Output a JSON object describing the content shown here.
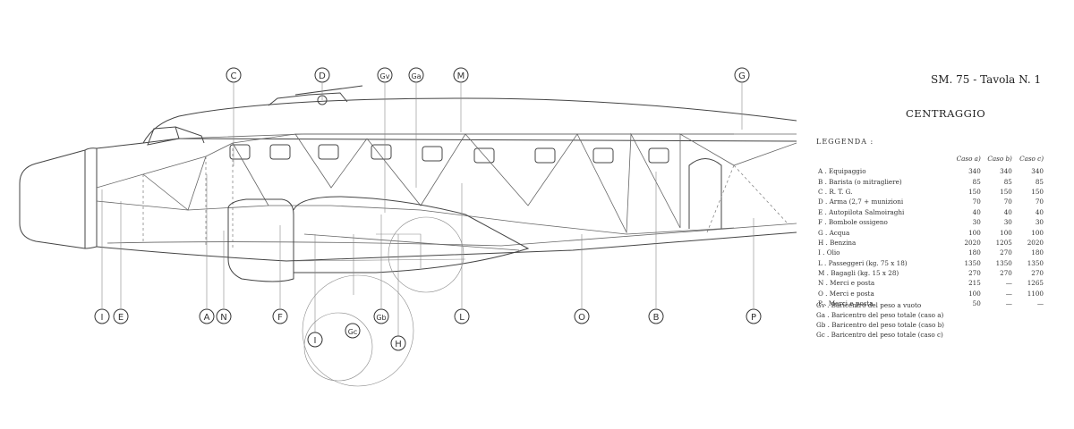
{
  "sheet": {
    "title": "SM. 75 - Tavola N. 1",
    "section": "CENTRAGGIO",
    "legend_heading": "LEGGENDA :"
  },
  "legend": {
    "columns": [
      "Caso a)",
      "Caso b)",
      "Caso c)"
    ],
    "rows": [
      {
        "label": "A . Equipaggio",
        "a": "340",
        "b": "340",
        "c": "340"
      },
      {
        "label": "B . Barista (o mitragliere)",
        "a": "85",
        "b": "85",
        "c": "85"
      },
      {
        "label": "C . R. T. G.",
        "a": "150",
        "b": "150",
        "c": "150"
      },
      {
        "label": "D . Arma (2,7 + munizioni",
        "a": "70",
        "b": "70",
        "c": "70"
      },
      {
        "label": "E . Autopilota Salmoiraghi",
        "a": "40",
        "b": "40",
        "c": "40"
      },
      {
        "label": "F . Bombole ossigeno",
        "a": "30",
        "b": "30",
        "c": "30"
      },
      {
        "label": "G . Acqua",
        "a": "100",
        "b": "100",
        "c": "100"
      },
      {
        "label": "H . Benzina",
        "a": "2020",
        "b": "1205",
        "c": "2020"
      },
      {
        "label": "I . Olio",
        "a": "180",
        "b": "270",
        "c": "180"
      },
      {
        "label": "L . Passeggeri (kg. 75 x 18)",
        "a": "1350",
        "b": "1350",
        "c": "1350"
      },
      {
        "label": "M . Bagagli (kg. 15 x 28)",
        "a": "270",
        "b": "270",
        "c": "270"
      },
      {
        "label": "N . Merci e posta",
        "a": "215",
        "b": "—",
        "c": "1265"
      },
      {
        "label": "O . Merci e posta",
        "a": "100",
        "b": "—",
        "c": "1100"
      },
      {
        "label": "P . Merci e posta",
        "a": "50",
        "b": "—",
        "c": "—"
      }
    ]
  },
  "barycentres": [
    "Gv . Baricentro del peso a vuoto",
    "Ga . Baricentro del peso totale (caso a)",
    "Gb . Baricentro del peso totale (caso b)",
    "Gc . Baricentro del peso totale (caso c)"
  ],
  "markers": {
    "top": {
      "C": "C",
      "D": "D",
      "Gv": "Gv",
      "Ga": "Ga",
      "M": "M",
      "G": "G"
    },
    "bottom": {
      "I": "I",
      "E": "E",
      "A": "A",
      "N": "N",
      "F": "F",
      "Gb": "Gb",
      "L": "L",
      "O": "O",
      "B": "B",
      "P": "P",
      "I2": "I",
      "Gc": "Gc",
      "H": "H"
    }
  },
  "colors": {
    "ink": "#333333",
    "paper": "#ffffff"
  }
}
